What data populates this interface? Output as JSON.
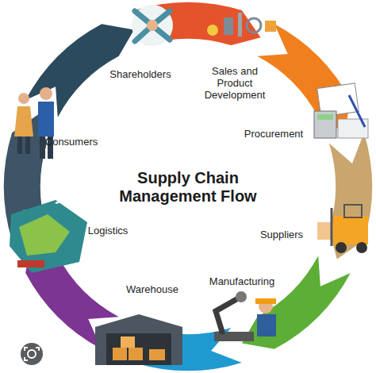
{
  "diagram": {
    "title": "Supply Chain Management Flow",
    "labels": [
      "Shareholders",
      "Sales and Product Development",
      "Procurement",
      "Suppliers",
      "Manufacturing",
      "Warehouse",
      "Logistics",
      "Consumers"
    ]
  }
}
